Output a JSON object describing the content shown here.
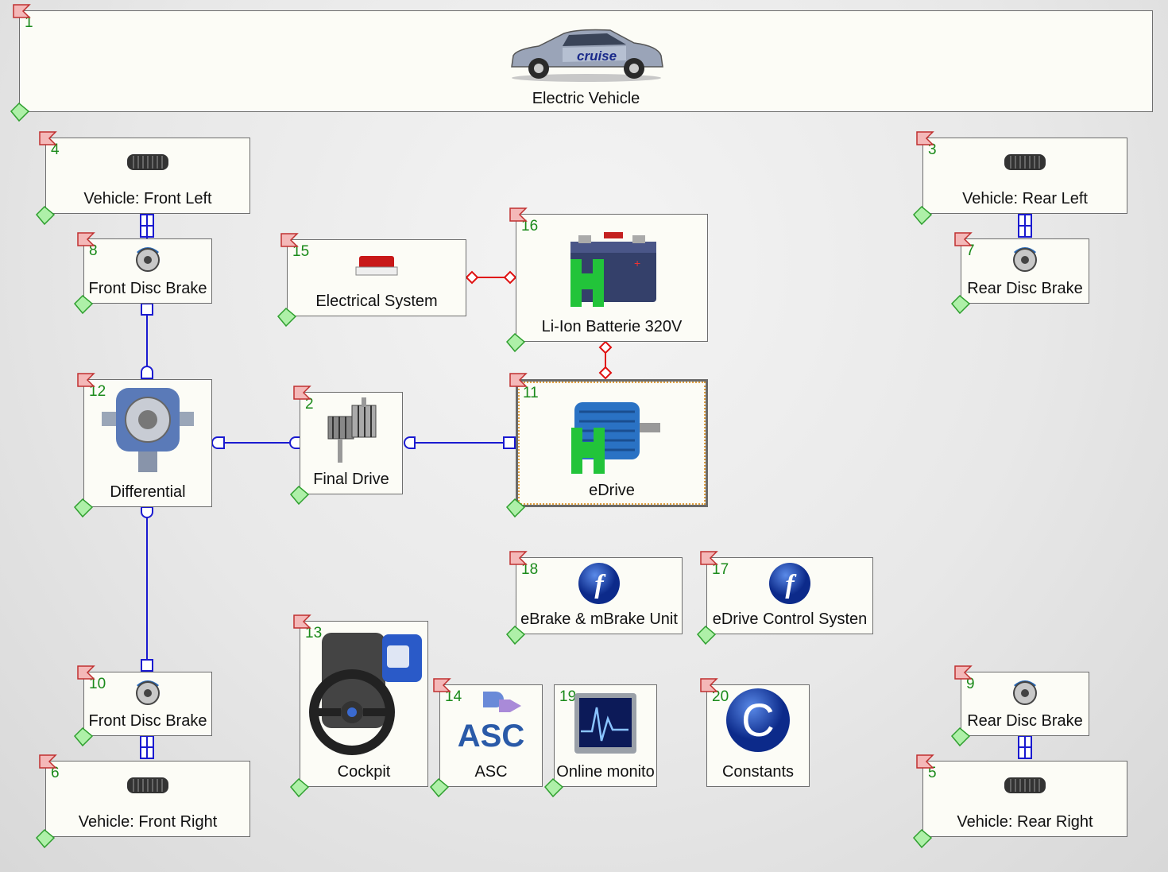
{
  "blocks": {
    "b1": {
      "num": "1",
      "label": "Electric Vehicle"
    },
    "b2": {
      "num": "2",
      "label": "Final Drive"
    },
    "b3": {
      "num": "3",
      "label": "Vehicle: Rear Left"
    },
    "b4": {
      "num": "4",
      "label": "Vehicle: Front Left"
    },
    "b5": {
      "num": "5",
      "label": "Vehicle: Rear Right"
    },
    "b6": {
      "num": "6",
      "label": "Vehicle: Front Right"
    },
    "b7": {
      "num": "7",
      "label": "Rear Disc Brake"
    },
    "b8": {
      "num": "8",
      "label": "Front Disc Brake"
    },
    "b9": {
      "num": "9",
      "label": "Rear Disc Brake"
    },
    "b10": {
      "num": "10",
      "label": "Front Disc Brake"
    },
    "b11": {
      "num": "11",
      "label": "eDrive"
    },
    "b12": {
      "num": "12",
      "label": "Differential"
    },
    "b13": {
      "num": "13",
      "label": "Cockpit"
    },
    "b14": {
      "num": "14",
      "label": "ASC",
      "icon_text": "ASC"
    },
    "b15": {
      "num": "15",
      "label": "Electrical System"
    },
    "b16": {
      "num": "16",
      "label": "Li-Ion Batterie 320V"
    },
    "b17": {
      "num": "17",
      "label": "eDrive Control Systen",
      "icon_text": "f"
    },
    "b18": {
      "num": "18",
      "label": "eBrake & mBrake Unit",
      "icon_text": "f"
    },
    "b19": {
      "num": "19",
      "label": "Online monito"
    },
    "b20": {
      "num": "20",
      "label": "Constants",
      "icon_text": "C"
    }
  },
  "car_logo_text": "cruise",
  "colors": {
    "mechanical_wire": "#1a1ad0",
    "electrical_wire": "#e01010",
    "block_number": "#1a8a1a"
  }
}
